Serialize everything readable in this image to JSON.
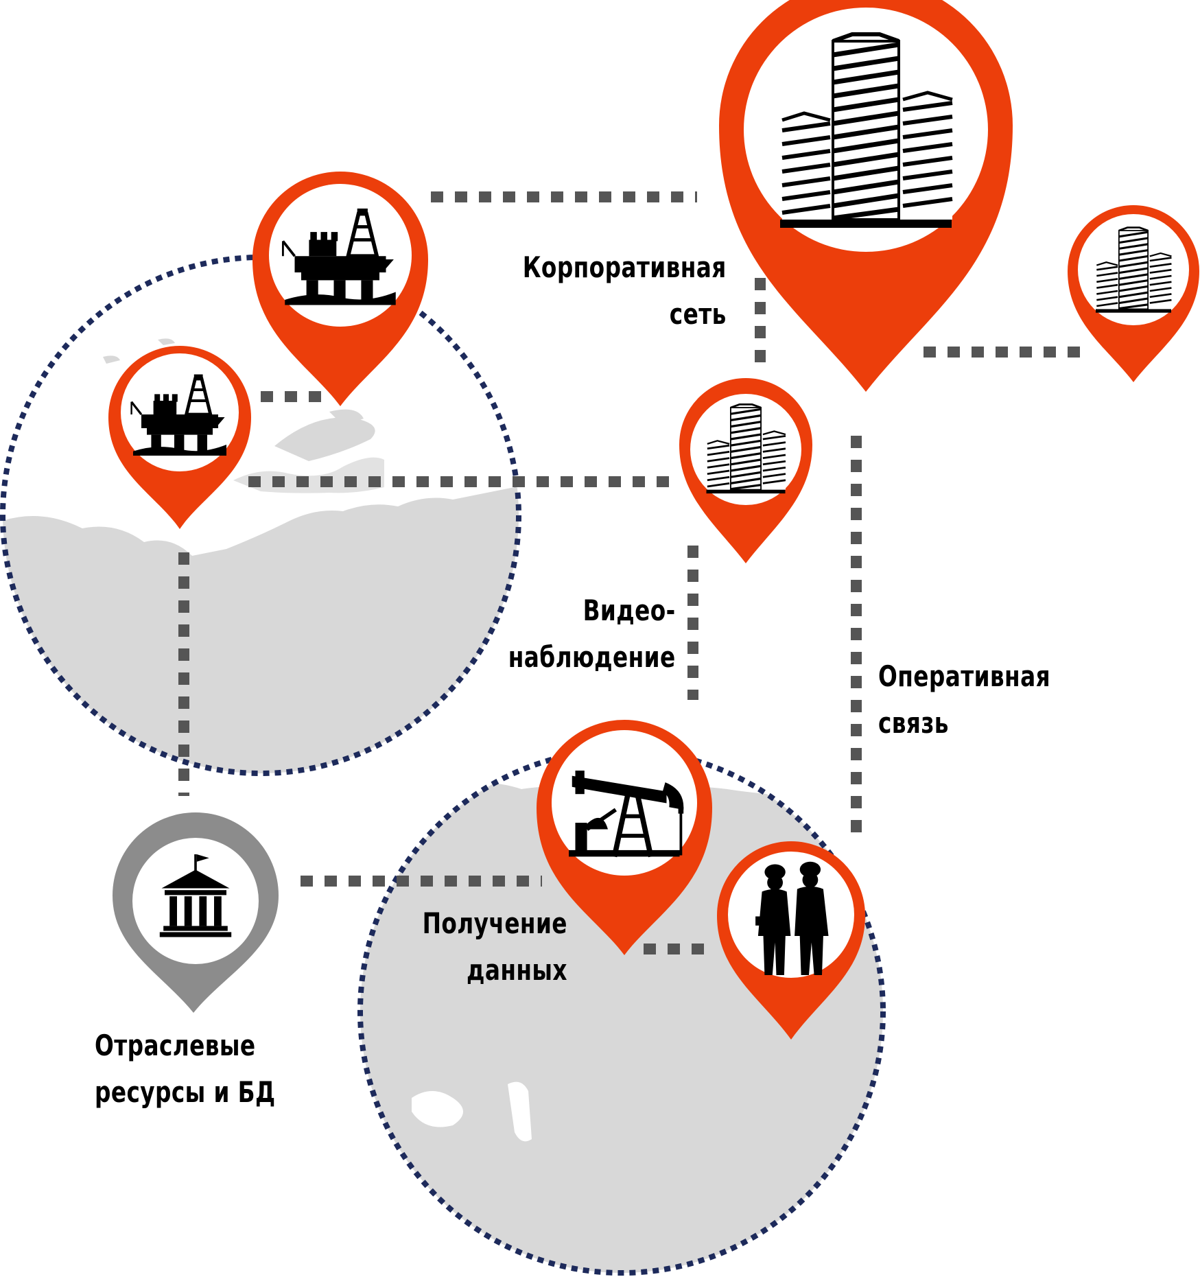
{
  "colors": {
    "pin_primary": "#ec3e0b",
    "pin_secondary": "#8c8c8c",
    "connector": "#555555",
    "region_border": "#1d2a5b",
    "land": "#d8d8d8",
    "icon": "#000000"
  },
  "labels": {
    "corporate_network": {
      "line1": "Корпоративная",
      "line2": "сеть"
    },
    "video_surveillance": {
      "line1": "Видео-",
      "line2": "наблюдение"
    },
    "operational_comms": {
      "line1": "Оперативная",
      "line2": "связь"
    },
    "data_acquisition": {
      "line1": "Получение",
      "line2": "данных"
    },
    "industry_resources": {
      "line1": "Отраслевые",
      "line2": "ресурсы и БД"
    }
  },
  "nodes": [
    {
      "id": "hq",
      "icon": "office-buildings-icon"
    },
    {
      "id": "branch-office-1",
      "icon": "office-buildings-icon"
    },
    {
      "id": "branch-office-2",
      "icon": "office-buildings-icon"
    },
    {
      "id": "offshore-platform-1",
      "icon": "offshore-platform-icon"
    },
    {
      "id": "offshore-platform-2",
      "icon": "offshore-platform-icon"
    },
    {
      "id": "oil-pump",
      "icon": "pumpjack-icon"
    },
    {
      "id": "field-workers",
      "icon": "workers-icon"
    },
    {
      "id": "industry-db",
      "icon": "government-building-icon"
    }
  ]
}
